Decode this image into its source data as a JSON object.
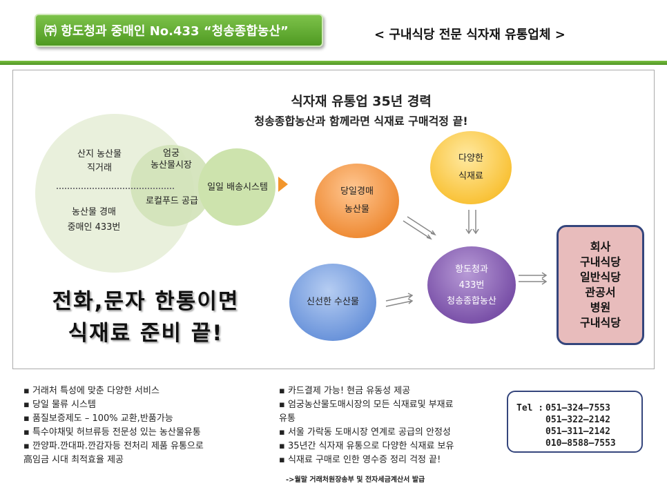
{
  "header": {
    "badge": "㈜ 항도청과 중매인 No.433 “청송종합농산”",
    "slogan": "< 구내식당 전문 식자재 유통업체 >"
  },
  "headline": {
    "line1": "식자재 유통업 35년 경력",
    "line2": "청송종합농산과 함께라면 식재료 구매걱정 끝!"
  },
  "sourcing": {
    "direct": [
      "산지 농산물",
      "직거래"
    ],
    "broker": [
      "농산물 경매",
      "중매인 433번"
    ],
    "market": [
      "엄궁",
      "농산물시장"
    ],
    "local_food": "로컬푸드 공급",
    "delivery": "일일 배송시스템"
  },
  "circles": {
    "auction": [
      "당일경매",
      "농산물"
    ],
    "variety": [
      "다양한",
      "식재료"
    ],
    "seafood": "신선한 수산물",
    "company": [
      "항도청과",
      "433번",
      "청송종합농산"
    ]
  },
  "outlets": [
    "회사",
    "구내식당",
    "일반식당",
    "관공서",
    "병원",
    "구내식당"
  ],
  "slogan_big": [
    "전화,문자 한통이면",
    "식재료 준비 끝!"
  ],
  "features_left": [
    "▪ 거래처 특성에 맞춘 다양한 서비스",
    "▪ 당일 물류 시스템",
    "▪ 품질보증제도 – 100% 교환,반품가능",
    "▪ 특수야채및 허브류등 전문성 있는 농산물유통",
    "▪ 깐양파.깐대파.깐감자등  전처리 제품 유통으로",
    "高임금 시대 최적효율 제공"
  ],
  "features_right": [
    "▪ 카드결제 가능! 현금 유동성 제공",
    "▪ 엄궁농산물도매시장의 모든 식재료및 부재료",
    "유통",
    "▪ 서울 가락동 도매시장 연계로 공급의 안정성",
    "▪ 35년간 식자재 유통으로 다양한 식재료 보유",
    "▪ 식재료 구매로 인한 영수증 정리 걱정 끝!"
  ],
  "features_note": "->월말 거래처원장송부 및 전자세금계산서 발급",
  "contact": {
    "label": "Tel :",
    "numbers": [
      "051–324–7553",
      "051–322–2142",
      "051–311–2142",
      "010–8588–7553"
    ]
  },
  "colors": {
    "brand_green": "#5aa52c",
    "auction_orange": "#ef8d38",
    "variety_yellow": "#f9c33a",
    "seafood_blue": "#6c95db",
    "company_purple": "#7b52a9",
    "outlet_pink": "#e8bcbc",
    "outlet_border": "#34457c"
  }
}
